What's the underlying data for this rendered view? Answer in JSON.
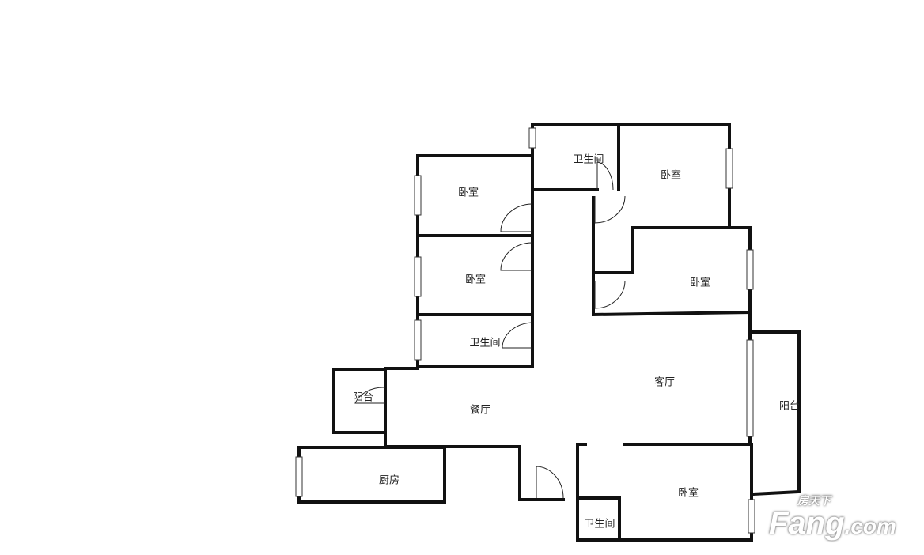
{
  "rooms": {
    "bedroom_top_left": "卧室",
    "bedroom_mid_left": "卧室",
    "bathroom_left": "卫生间",
    "bathroom_top": "卫生间",
    "bedroom_top_right": "卧室",
    "bedroom_mid_right": "卧室",
    "living_room": "客厅",
    "dining_room": "餐厅",
    "balcony_left": "阳台",
    "balcony_right": "阳台",
    "kitchen": "厨房",
    "bedroom_bottom": "卧室",
    "bathroom_bottom": "卫生间"
  },
  "watermark": {
    "brand": "Fang",
    "suffix": ".com",
    "chinese": "房天下"
  }
}
